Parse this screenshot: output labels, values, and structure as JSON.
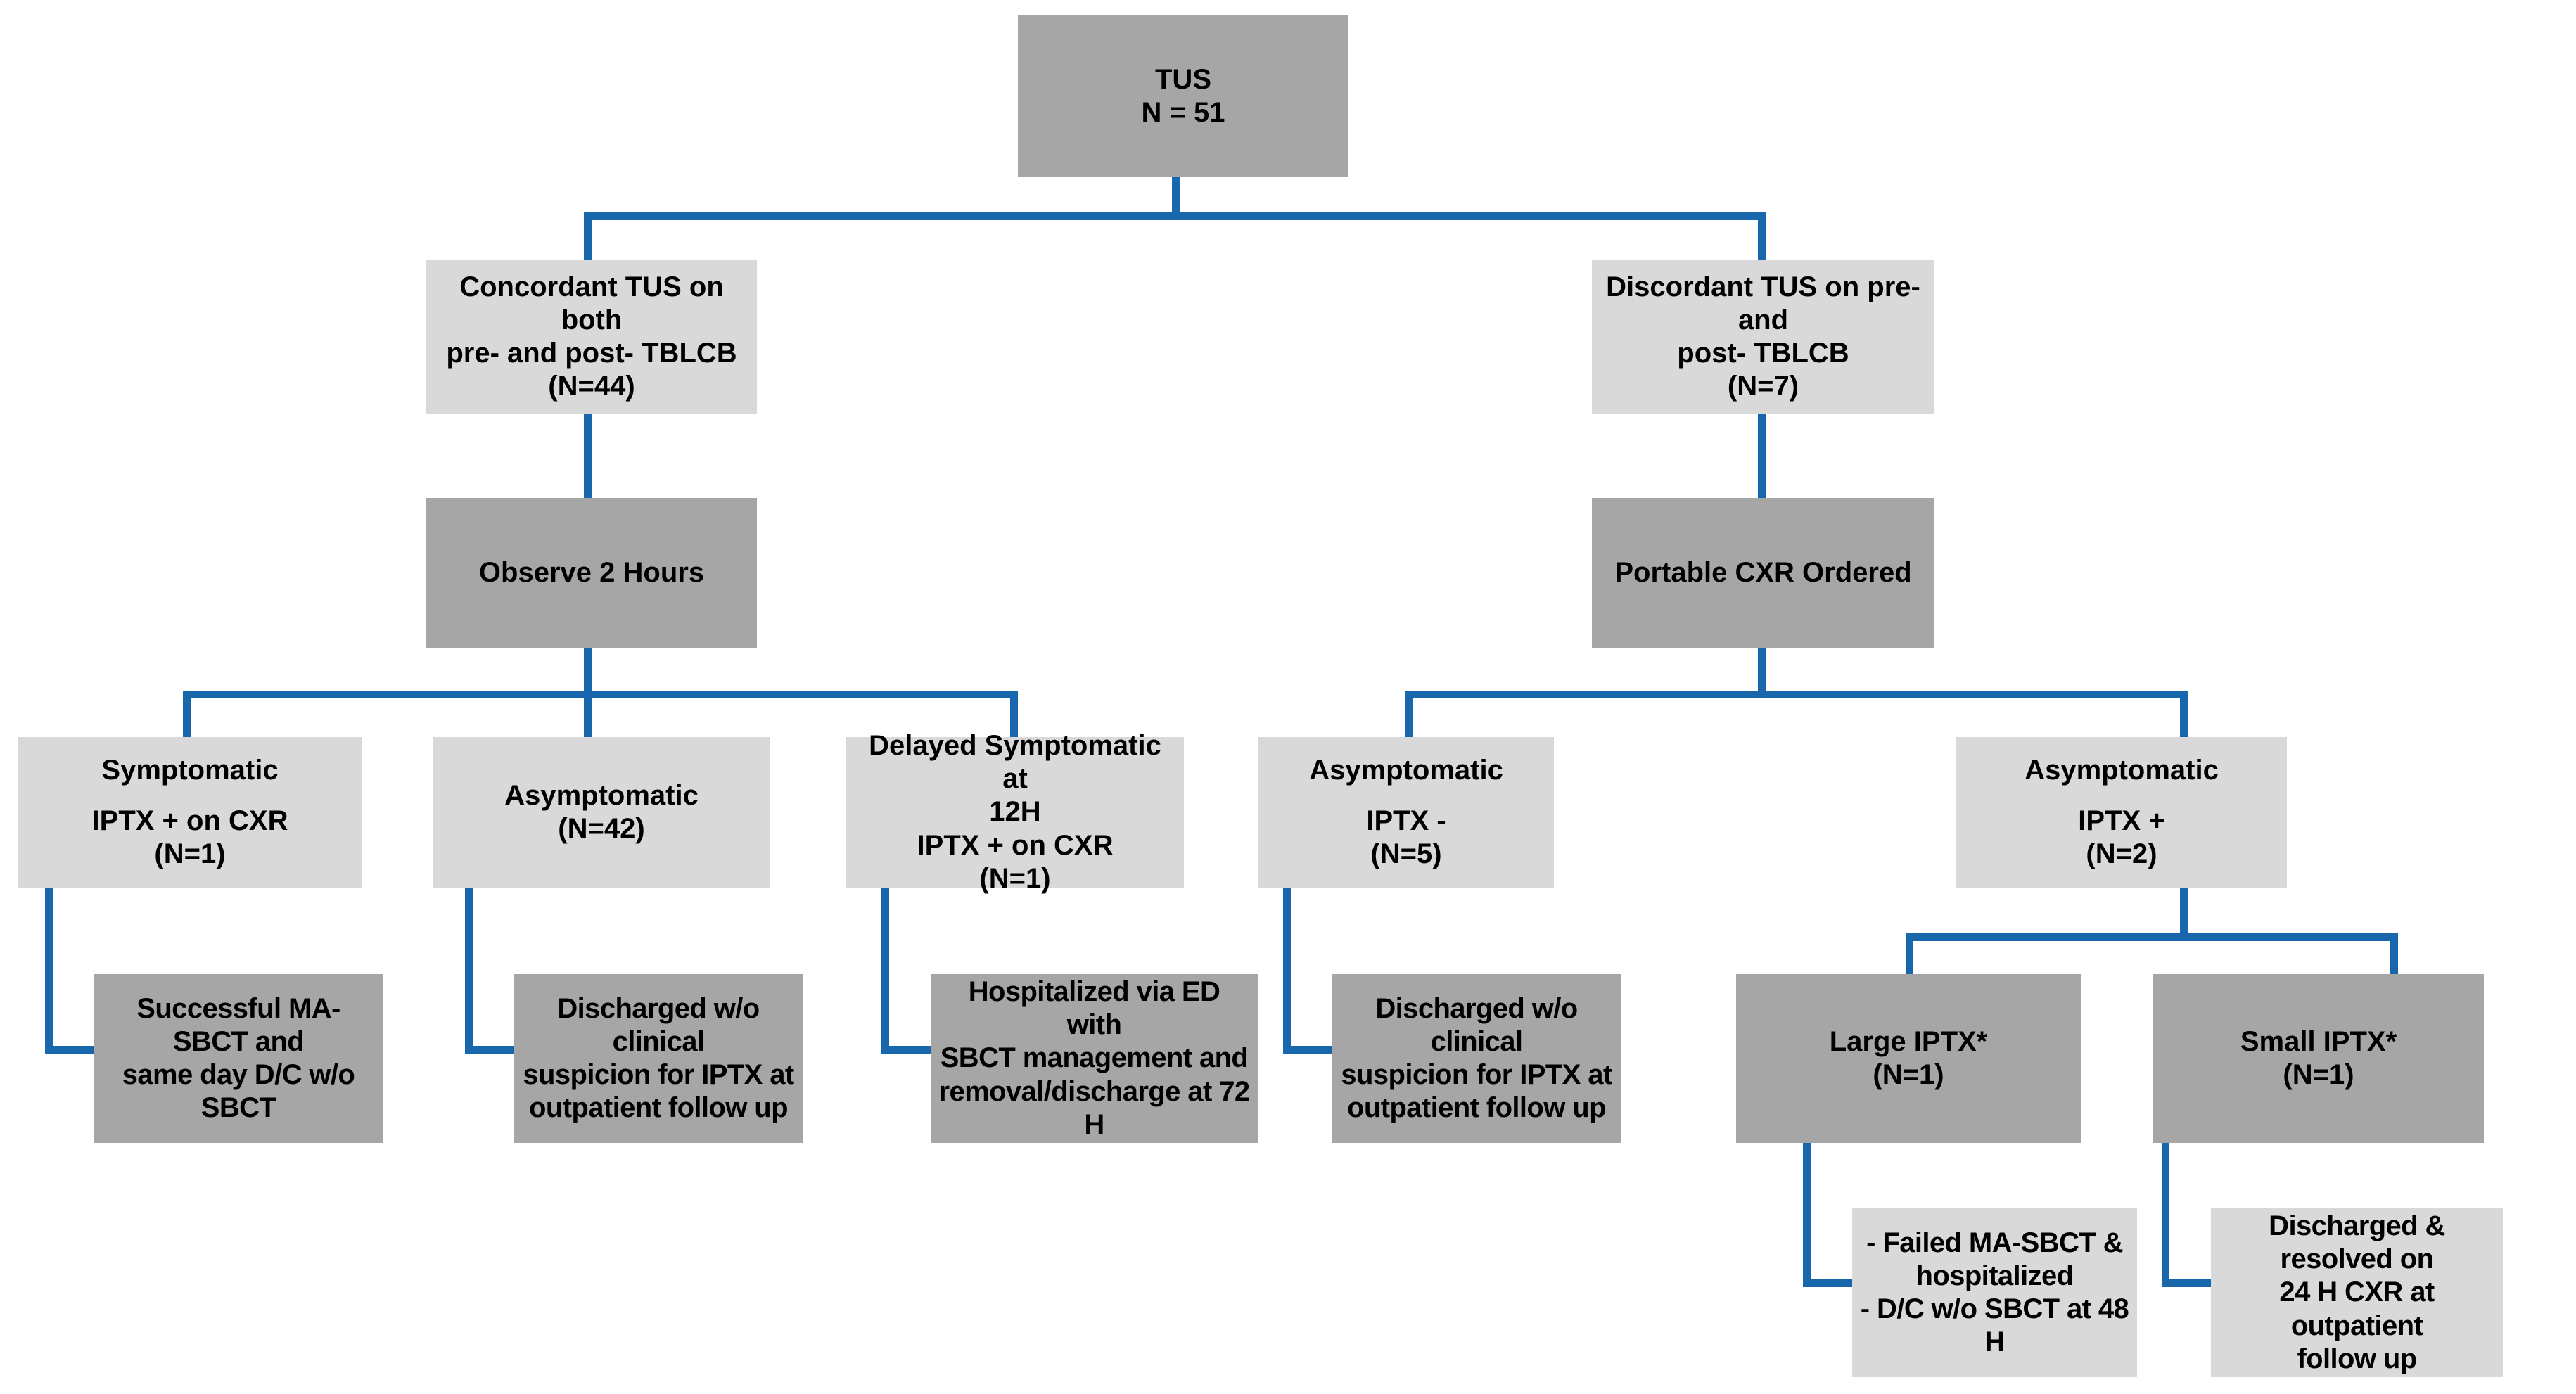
{
  "diagram": {
    "title": "TUS post-TBLCB management pathway",
    "colors": {
      "connector": "#1867ac",
      "box_light": "#d9d9d9",
      "box_medium": "#a6a6a6",
      "text": "#000000",
      "background": "#ffffff"
    }
  },
  "nodes": {
    "root": {
      "line1": "TUS",
      "line2": "N = 51"
    },
    "concordant": {
      "line1": "Concordant TUS on both",
      "line2": "pre- and post- TBLCB",
      "line3": "(N=44)"
    },
    "discordant": {
      "line1": "Discordant TUS on pre- and",
      "line2": "post- TBLCB",
      "line3": "(N=7)"
    },
    "observe": {
      "line1": "Observe 2 Hours"
    },
    "portable_cxr": {
      "line1": "Portable CXR Ordered"
    },
    "symptomatic": {
      "line1": "Symptomatic",
      "line2": "IPTX + on CXR",
      "line3": "(N=1)"
    },
    "asymptomatic_42": {
      "line1": "Asymptomatic",
      "line2": "(N=42)"
    },
    "delayed_symptomatic": {
      "line1": "Delayed Symptomatic at",
      "line2": "12H",
      "line3": "IPTX + on CXR",
      "line4": "(N=1)"
    },
    "asymptomatic_iptx_neg": {
      "line1": "Asymptomatic",
      "line2": "IPTX -",
      "line3": "(N=5)"
    },
    "asymptomatic_iptx_pos": {
      "line1": "Asymptomatic",
      "line2": "IPTX +",
      "line3": "(N=2)"
    },
    "outcome_successful": {
      "line1": "Successful MA-SBCT and",
      "line2": "same day D/C w/o SBCT"
    },
    "outcome_discharged_42": {
      "line1": "Discharged w/o clinical",
      "line2": "suspicion for IPTX at",
      "line3": "outpatient follow up"
    },
    "outcome_hospitalized": {
      "line1": "Hospitalized via ED with",
      "line2": "SBCT management and",
      "line3": "removal/discharge at 72 H"
    },
    "outcome_discharged_5": {
      "line1": "Discharged w/o clinical",
      "line2": "suspicion for IPTX at",
      "line3": "outpatient follow up"
    },
    "large_iptx": {
      "line1": "Large IPTX*",
      "line2": "(N=1)"
    },
    "small_iptx": {
      "line1": "Small IPTX*",
      "line2": "(N=1)"
    },
    "outcome_failed_masbct": {
      "line1": "- Failed MA-SBCT &",
      "line2": "hospitalized",
      "line3": "- D/C w/o SBCT at 48 H"
    },
    "outcome_resolved_24h": {
      "line1": "Discharged & resolved on",
      "line2": "24 H CXR at outpatient",
      "line3": "follow up"
    }
  }
}
